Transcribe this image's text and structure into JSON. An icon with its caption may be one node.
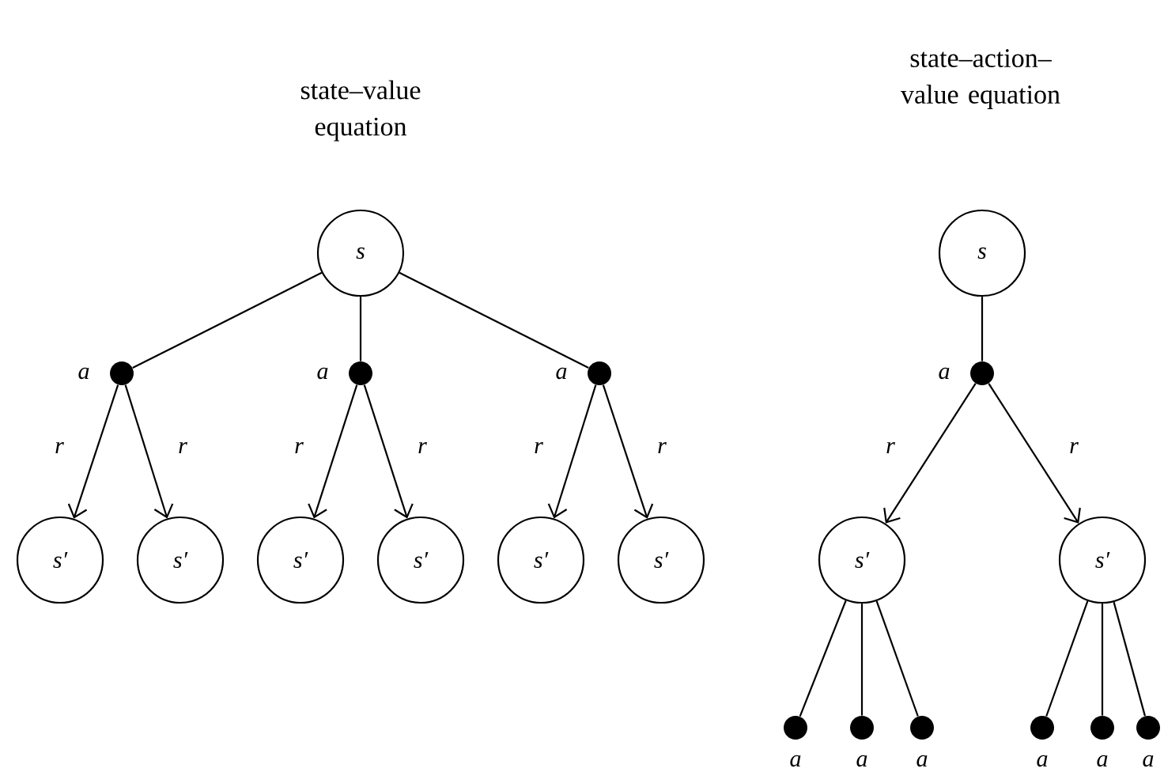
{
  "diagram": {
    "nodes": [
      {
        "text": [
          "s"
        ]
      },
      {
        "text": [],
        "shape": "circle",
        "beside": [
          "a"
        ]
      },
      {
        "text": [],
        "shape": "circle",
        "beside": [
          "a"
        ]
      },
      {
        "text": [],
        "shape": "circle",
        "beside": [
          "a"
        ]
      },
      {
        "text": [
          "s′"
        ]
      },
      {
        "text": [
          "s′"
        ]
      },
      {
        "text": [
          "s′"
        ]
      },
      {
        "text": [
          "s′"
        ]
      },
      {
        "text": [
          "s′"
        ]
      },
      {
        "text": [
          "s′"
        ]
      },
      {
        "text": [
          "s"
        ]
      },
      {
        "text": [],
        "shape": "circle",
        "beside": [
          "a"
        ]
      },
      {
        "text": [
          "s′"
        ]
      },
      {
        "text": [
          "s′"
        ]
      },
      {
        "text": [],
        "shape": "circle",
        "beside": [
          "a"
        ]
      },
      {
        "text": [],
        "shape": "circle",
        "beside": [
          "a"
        ]
      },
      {
        "text": [],
        "shape": "circle",
        "beside": [
          "a"
        ]
      },
      {
        "text": [],
        "shape": "circle",
        "beside": [
          "a"
        ]
      },
      {
        "text": [],
        "shape": "circle",
        "beside": [
          "a"
        ]
      },
      {
        "text": [],
        "shape": "circle",
        "beside": [
          "a"
        ]
      }
    ],
    "edges": [
      {
        "from": 0,
        "to": 1,
        "arrow": "none"
      },
      {
        "from": 0,
        "to": 2,
        "arrow": "none"
      },
      {
        "from": 0,
        "to": 3,
        "arrow": "none"
      },
      {
        "from": 1,
        "to": 4,
        "arrow": "to",
        "label": "r"
      },
      {
        "from": 1,
        "to": 5,
        "arrow": "to",
        "label": "r"
      },
      {
        "from": 2,
        "to": 6,
        "arrow": "to",
        "label": "r"
      },
      {
        "from": 2,
        "to": 7,
        "arrow": "to",
        "label": "r"
      },
      {
        "from": 3,
        "to": 8,
        "arrow": "to",
        "label": "r"
      },
      {
        "from": 3,
        "to": 9,
        "arrow": "to",
        "label": "r"
      },
      {
        "from": 10,
        "to": 11,
        "arrow": "none"
      },
      {
        "from": 11,
        "to": 12,
        "arrow": "to",
        "label": "r"
      },
      {
        "from": 11,
        "to": 13,
        "arrow": "to",
        "label": "r"
      },
      {
        "from": 12,
        "to": 14,
        "arrow": "none"
      },
      {
        "from": 12,
        "to": 15,
        "arrow": "none"
      },
      {
        "from": 12,
        "to": 16,
        "arrow": "none"
      },
      {
        "from": 13,
        "to": 17,
        "arrow": "none"
      },
      {
        "from": 13,
        "to": 18,
        "arrow": "none"
      },
      {
        "from": 13,
        "to": 19,
        "arrow": "none"
      }
    ],
    "labels": [
      "state–value equation",
      "state–action–value equation"
    ]
  }
}
